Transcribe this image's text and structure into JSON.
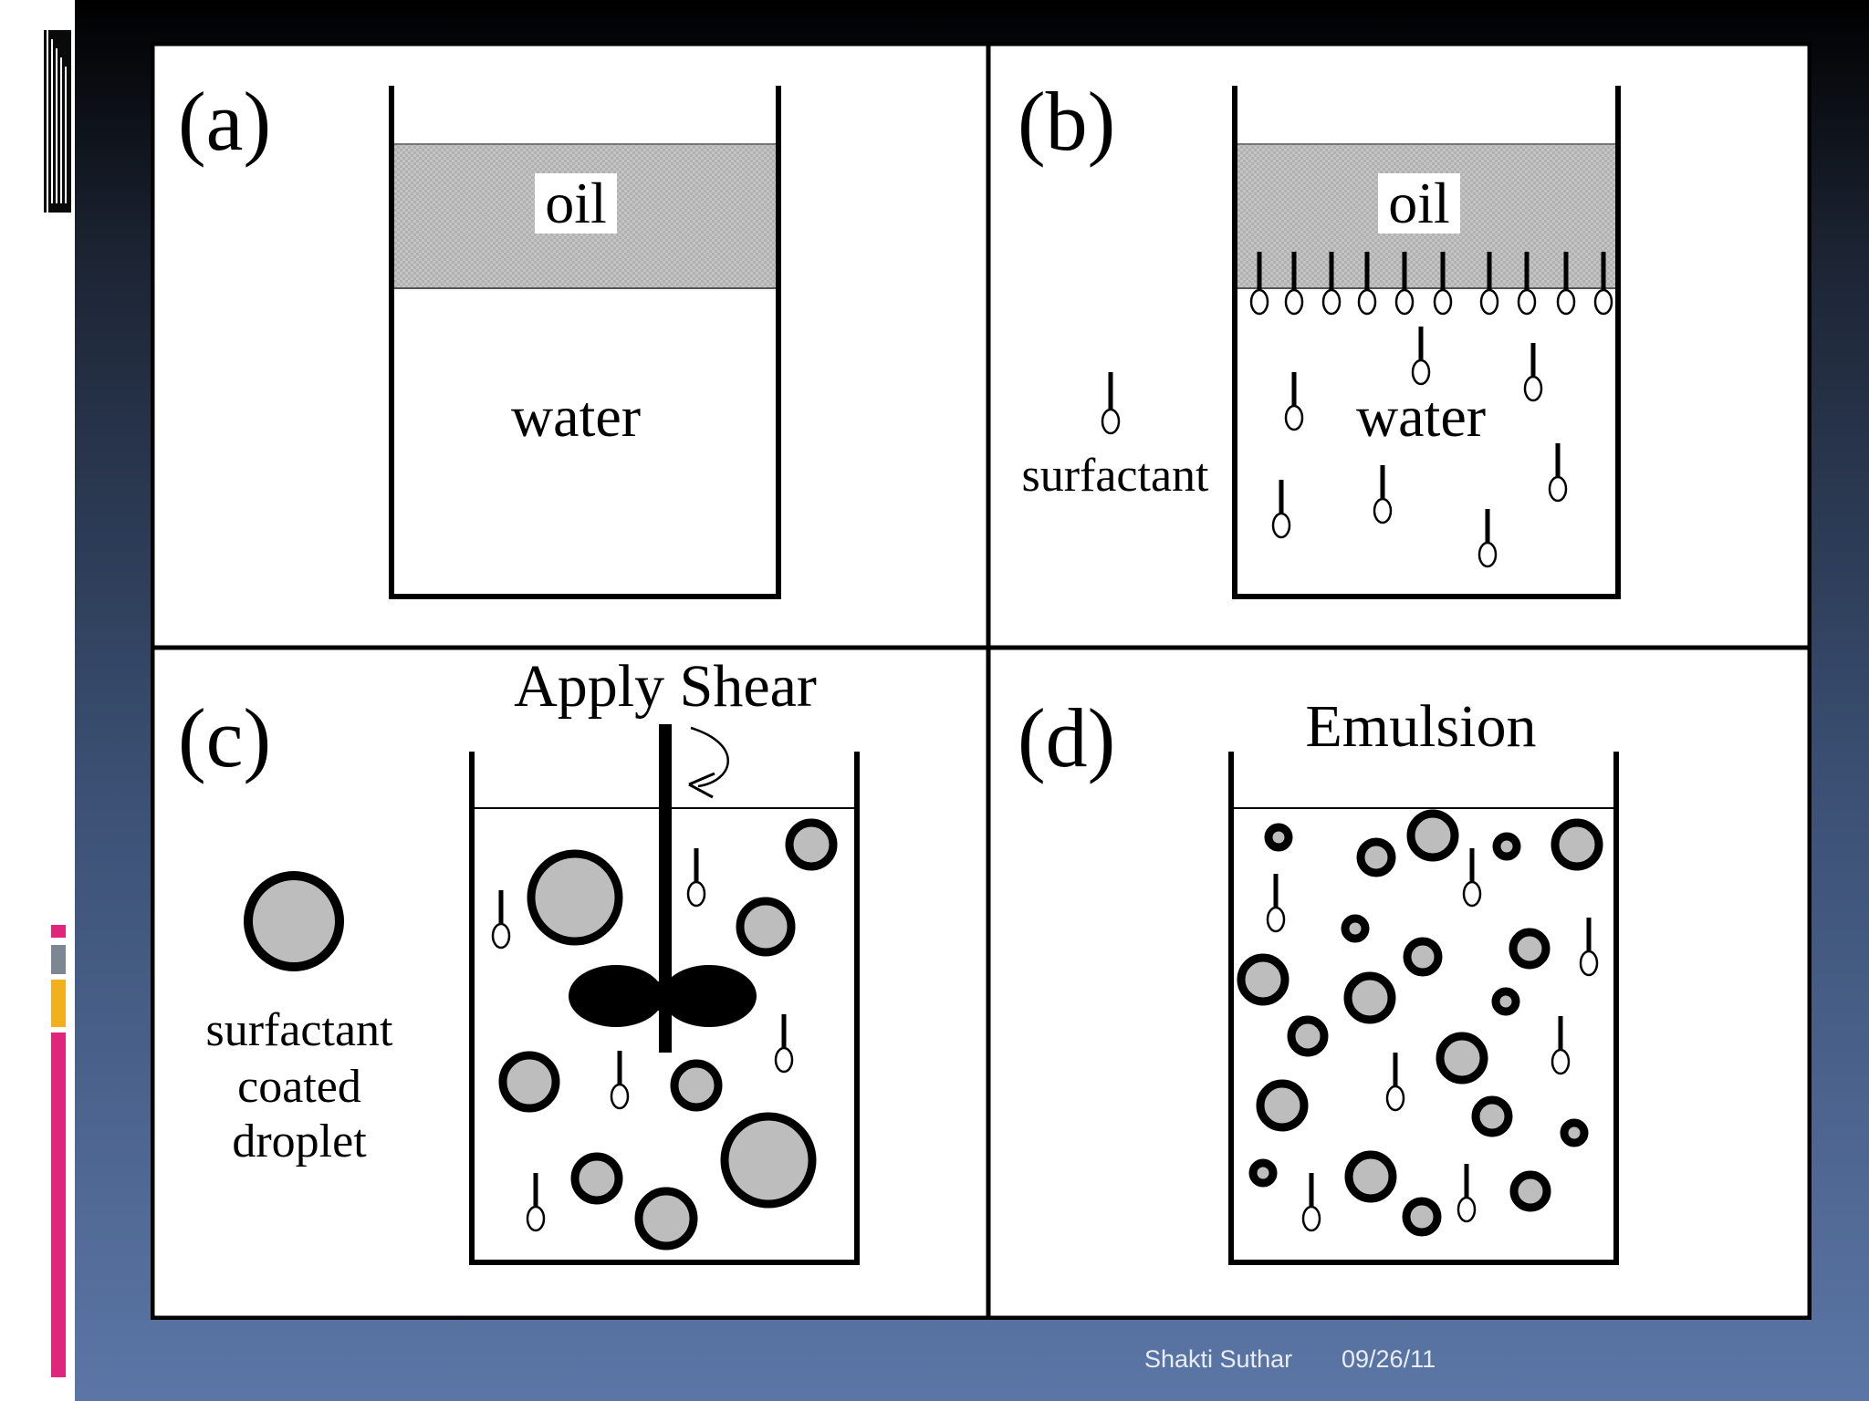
{
  "panels": {
    "a": {
      "label": "(a)",
      "oil": "oil",
      "water": "water"
    },
    "b": {
      "label": "(b)",
      "oil": "oil",
      "water": "water",
      "legend": "surfactant"
    },
    "c": {
      "label": "(c)",
      "title": "Apply Shear",
      "legend_line1": "surfactant",
      "legend_line2": "coated",
      "legend_line3": "droplet"
    },
    "d": {
      "label": "(d)",
      "title": "Emulsion"
    }
  },
  "footer": {
    "author": "Shakti Suthar",
    "date": "09/26/11"
  },
  "colors": {
    "oil_fill": "#bdbdbd",
    "droplet_fill": "#b5b5b5",
    "accent_pink": "#e0267a",
    "accent_gray": "#7d8794",
    "accent_yellow": "#f2b01e"
  }
}
